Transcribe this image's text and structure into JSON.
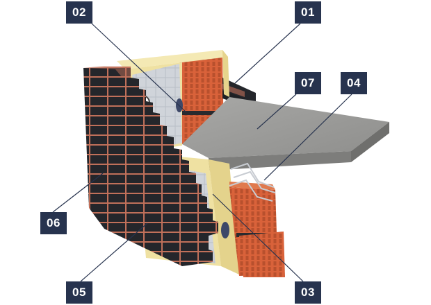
{
  "callouts": {
    "c01": "01",
    "c02": "02",
    "c03": "03",
    "c04": "04",
    "c05": "05",
    "c06": "06",
    "c07": "07"
  },
  "colors": {
    "callout_bg": "#27334e",
    "callout_text": "#ffffff",
    "facing_brick": "#24262b",
    "mortar": "#c0705a",
    "insulation": "#f2e6ae",
    "hollow_block": "#d9623a",
    "concrete_slab": "#9a9a99",
    "leader_line": "#27334e"
  }
}
